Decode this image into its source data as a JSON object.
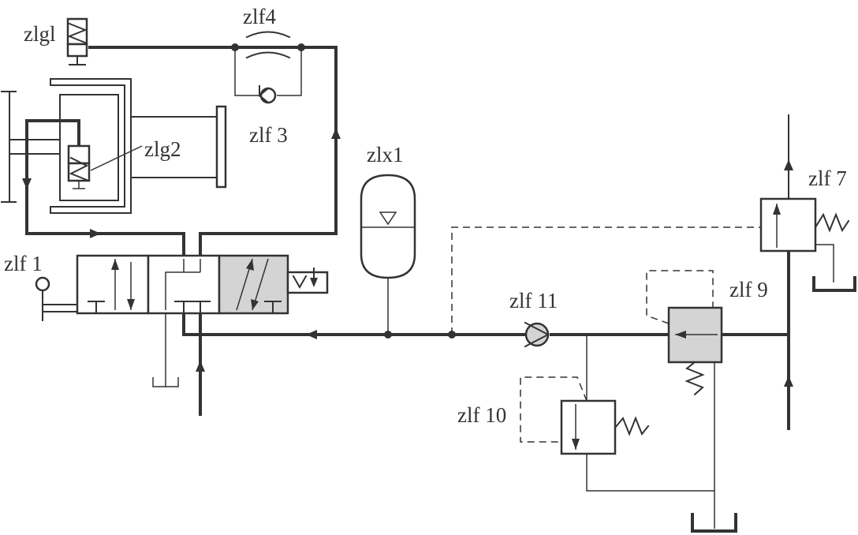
{
  "colors": {
    "line": "#333333",
    "shaded": "#d4d4d4",
    "background": "#ffffff"
  },
  "labels": {
    "zlg1": "zlgl",
    "zlf4": "zlf4",
    "zlf3": "zlf 3",
    "zlg2": "zlg2",
    "zlx1": "zlx1",
    "zlf7": "zlf 7",
    "zlf1": "zlf 1",
    "zlf9": "zlf 9",
    "zlf11": "zlf 11",
    "zlf10": "zlf 10"
  }
}
